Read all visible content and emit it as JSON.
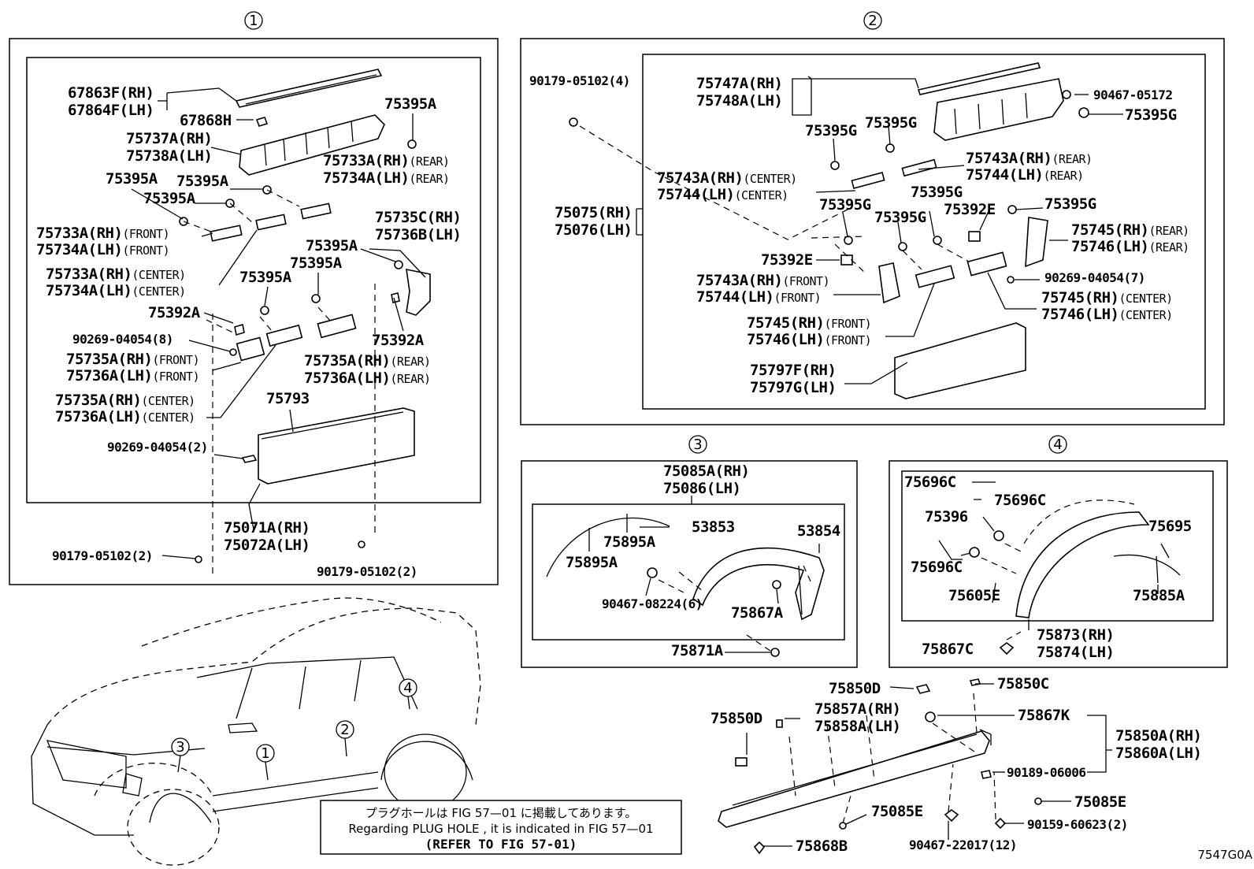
{
  "sections": [
    {
      "id": "s1",
      "num": "1"
    },
    {
      "id": "s2",
      "num": "2"
    },
    {
      "id": "s3",
      "num": "3"
    },
    {
      "id": "s4",
      "num": "4"
    }
  ],
  "labels": [
    {
      "id": "l1",
      "t": "67863F(RH)"
    },
    {
      "id": "l2",
      "t": "67864F(LH)"
    },
    {
      "id": "l3",
      "t": "67868H"
    },
    {
      "id": "l4",
      "t": "75395A"
    },
    {
      "id": "l5",
      "t": "75737A(RH)"
    },
    {
      "id": "l6",
      "t": "75738A(LH)"
    },
    {
      "id": "l7",
      "t": "75733A(RH)",
      "s": "(REAR)"
    },
    {
      "id": "l8",
      "t": "75734A(LH)",
      "s": "(REAR)"
    },
    {
      "id": "l9",
      "t": "75395A"
    },
    {
      "id": "l10",
      "t": "75395A"
    },
    {
      "id": "l11",
      "t": "75395A"
    },
    {
      "id": "l12",
      "t": "75733A(RH)",
      "s": "(FRONT)"
    },
    {
      "id": "l13",
      "t": "75734A(LH)",
      "s": "(FRONT)"
    },
    {
      "id": "l14",
      "t": "75735C(RH)"
    },
    {
      "id": "l15",
      "t": "75736B(LH)"
    },
    {
      "id": "l16",
      "t": "75395A"
    },
    {
      "id": "l17",
      "t": "75395A"
    },
    {
      "id": "l18",
      "t": "75733A(RH)",
      "s": "(CENTER)"
    },
    {
      "id": "l19",
      "t": "75734A(LH)",
      "s": "(CENTER)"
    },
    {
      "id": "l20",
      "t": "75395A"
    },
    {
      "id": "l21",
      "t": "75392A"
    },
    {
      "id": "l22",
      "t": "90269-04054(8)"
    },
    {
      "id": "l23",
      "t": "75392A"
    },
    {
      "id": "l24",
      "t": "75735A(RH)",
      "s": "(FRONT)"
    },
    {
      "id": "l25",
      "t": "75736A(LH)",
      "s": "(FRONT)"
    },
    {
      "id": "l26",
      "t": "75735A(RH)",
      "s": "(REAR)"
    },
    {
      "id": "l27",
      "t": "75736A(LH)",
      "s": "(REAR)"
    },
    {
      "id": "l28",
      "t": "75735A(RH)",
      "s": "(CENTER)"
    },
    {
      "id": "l29",
      "t": "75736A(LH)",
      "s": "(CENTER)"
    },
    {
      "id": "l30",
      "t": "75793"
    },
    {
      "id": "l31",
      "t": "90269-04054(2)"
    },
    {
      "id": "l32",
      "t": "75071A(RH)"
    },
    {
      "id": "l33",
      "t": "75072A(LH)"
    },
    {
      "id": "l34",
      "t": "90179-05102(2)"
    },
    {
      "id": "l35",
      "t": "90179-05102(2)"
    },
    {
      "id": "l36",
      "t": "90179-05102(4)"
    },
    {
      "id": "l37",
      "t": "75747A(RH)"
    },
    {
      "id": "l38",
      "t": "75748A(LH)"
    },
    {
      "id": "l39",
      "t": "90467-05172"
    },
    {
      "id": "l40",
      "t": "75395G"
    },
    {
      "id": "l41",
      "t": "75395G"
    },
    {
      "id": "l42",
      "t": "75395G"
    },
    {
      "id": "l43",
      "t": "75743A(RH)",
      "s": "(REAR)"
    },
    {
      "id": "l44",
      "t": "75744(LH)",
      "s": "(REAR)"
    },
    {
      "id": "l45",
      "t": "75743A(RH)",
      "s": "(CENTER)"
    },
    {
      "id": "l46",
      "t": "75744(LH)",
      "s": "(CENTER)"
    },
    {
      "id": "l47",
      "t": "75395G"
    },
    {
      "id": "l48",
      "t": "75075(RH)"
    },
    {
      "id": "l49",
      "t": "75076(LH)"
    },
    {
      "id": "l50",
      "t": "75395G"
    },
    {
      "id": "l51",
      "t": "75395G"
    },
    {
      "id": "l52",
      "t": "75392E"
    },
    {
      "id": "l53",
      "t": "75395G"
    },
    {
      "id": "l54",
      "t": "75745(RH)",
      "s": "(REAR)"
    },
    {
      "id": "l55",
      "t": "75746(LH)",
      "s": "(REAR)"
    },
    {
      "id": "l56",
      "t": "75392E"
    },
    {
      "id": "l57",
      "t": "90269-04054(7)"
    },
    {
      "id": "l58",
      "t": "75743A(RH)",
      "s": "(FRONT)"
    },
    {
      "id": "l59",
      "t": "75744(LH)",
      "s": "(FRONT)"
    },
    {
      "id": "l60",
      "t": "75745(RH)",
      "s": "(CENTER)"
    },
    {
      "id": "l61",
      "t": "75746(LH)",
      "s": "(CENTER)"
    },
    {
      "id": "l62",
      "t": "75745(RH)",
      "s": "(FRONT)"
    },
    {
      "id": "l63",
      "t": "75746(LH)",
      "s": "(FRONT)"
    },
    {
      "id": "l64",
      "t": "75797F(RH)"
    },
    {
      "id": "l65",
      "t": "75797G(LH)"
    },
    {
      "id": "l66",
      "t": "75085A(RH)"
    },
    {
      "id": "l67",
      "t": "75086(LH)"
    },
    {
      "id": "l68",
      "t": "53853"
    },
    {
      "id": "l69",
      "t": "53854"
    },
    {
      "id": "l70",
      "t": "75895A"
    },
    {
      "id": "l71",
      "t": "75895A"
    },
    {
      "id": "l72",
      "t": "90467-08224(6)"
    },
    {
      "id": "l73",
      "t": "75867A"
    },
    {
      "id": "l74",
      "t": "75871A"
    },
    {
      "id": "l75",
      "t": "75696C"
    },
    {
      "id": "l76",
      "t": "75696C"
    },
    {
      "id": "l77",
      "t": "75396"
    },
    {
      "id": "l78",
      "t": "75695"
    },
    {
      "id": "l79",
      "t": "75696C"
    },
    {
      "id": "l80",
      "t": "75605E"
    },
    {
      "id": "l81",
      "t": "75885A"
    },
    {
      "id": "l82",
      "t": "75867C"
    },
    {
      "id": "l83",
      "t": "75873(RH)"
    },
    {
      "id": "l84",
      "t": "75874(LH)"
    },
    {
      "id": "l85",
      "t": "75850D"
    },
    {
      "id": "l86",
      "t": "75850C"
    },
    {
      "id": "l87",
      "t": "75850D"
    },
    {
      "id": "l88",
      "t": "75857A(RH)"
    },
    {
      "id": "l89",
      "t": "75858A(LH)"
    },
    {
      "id": "l90",
      "t": "75867K"
    },
    {
      "id": "l91",
      "t": "75850A(RH)"
    },
    {
      "id": "l92",
      "t": "75860A(LH)"
    },
    {
      "id": "l93",
      "t": "90189-06006"
    },
    {
      "id": "l94",
      "t": "75085E"
    },
    {
      "id": "l95",
      "t": "75085E"
    },
    {
      "id": "l96",
      "t": "90159-60623(2)"
    },
    {
      "id": "l97",
      "t": "90467-22017(12)"
    },
    {
      "id": "l98",
      "t": "75868B"
    }
  ],
  "note": {
    "line1": "プラグホールは FIG  57—01 に掲載してあります。",
    "line2": "Regarding  PLUG  HOLE , it is indicated in FIG  57—01",
    "line3": "(REFER  TO  FIG 57-01)"
  },
  "car_callouts": [
    "1",
    "2",
    "3",
    "4"
  ],
  "figure_code": "7547G0A"
}
